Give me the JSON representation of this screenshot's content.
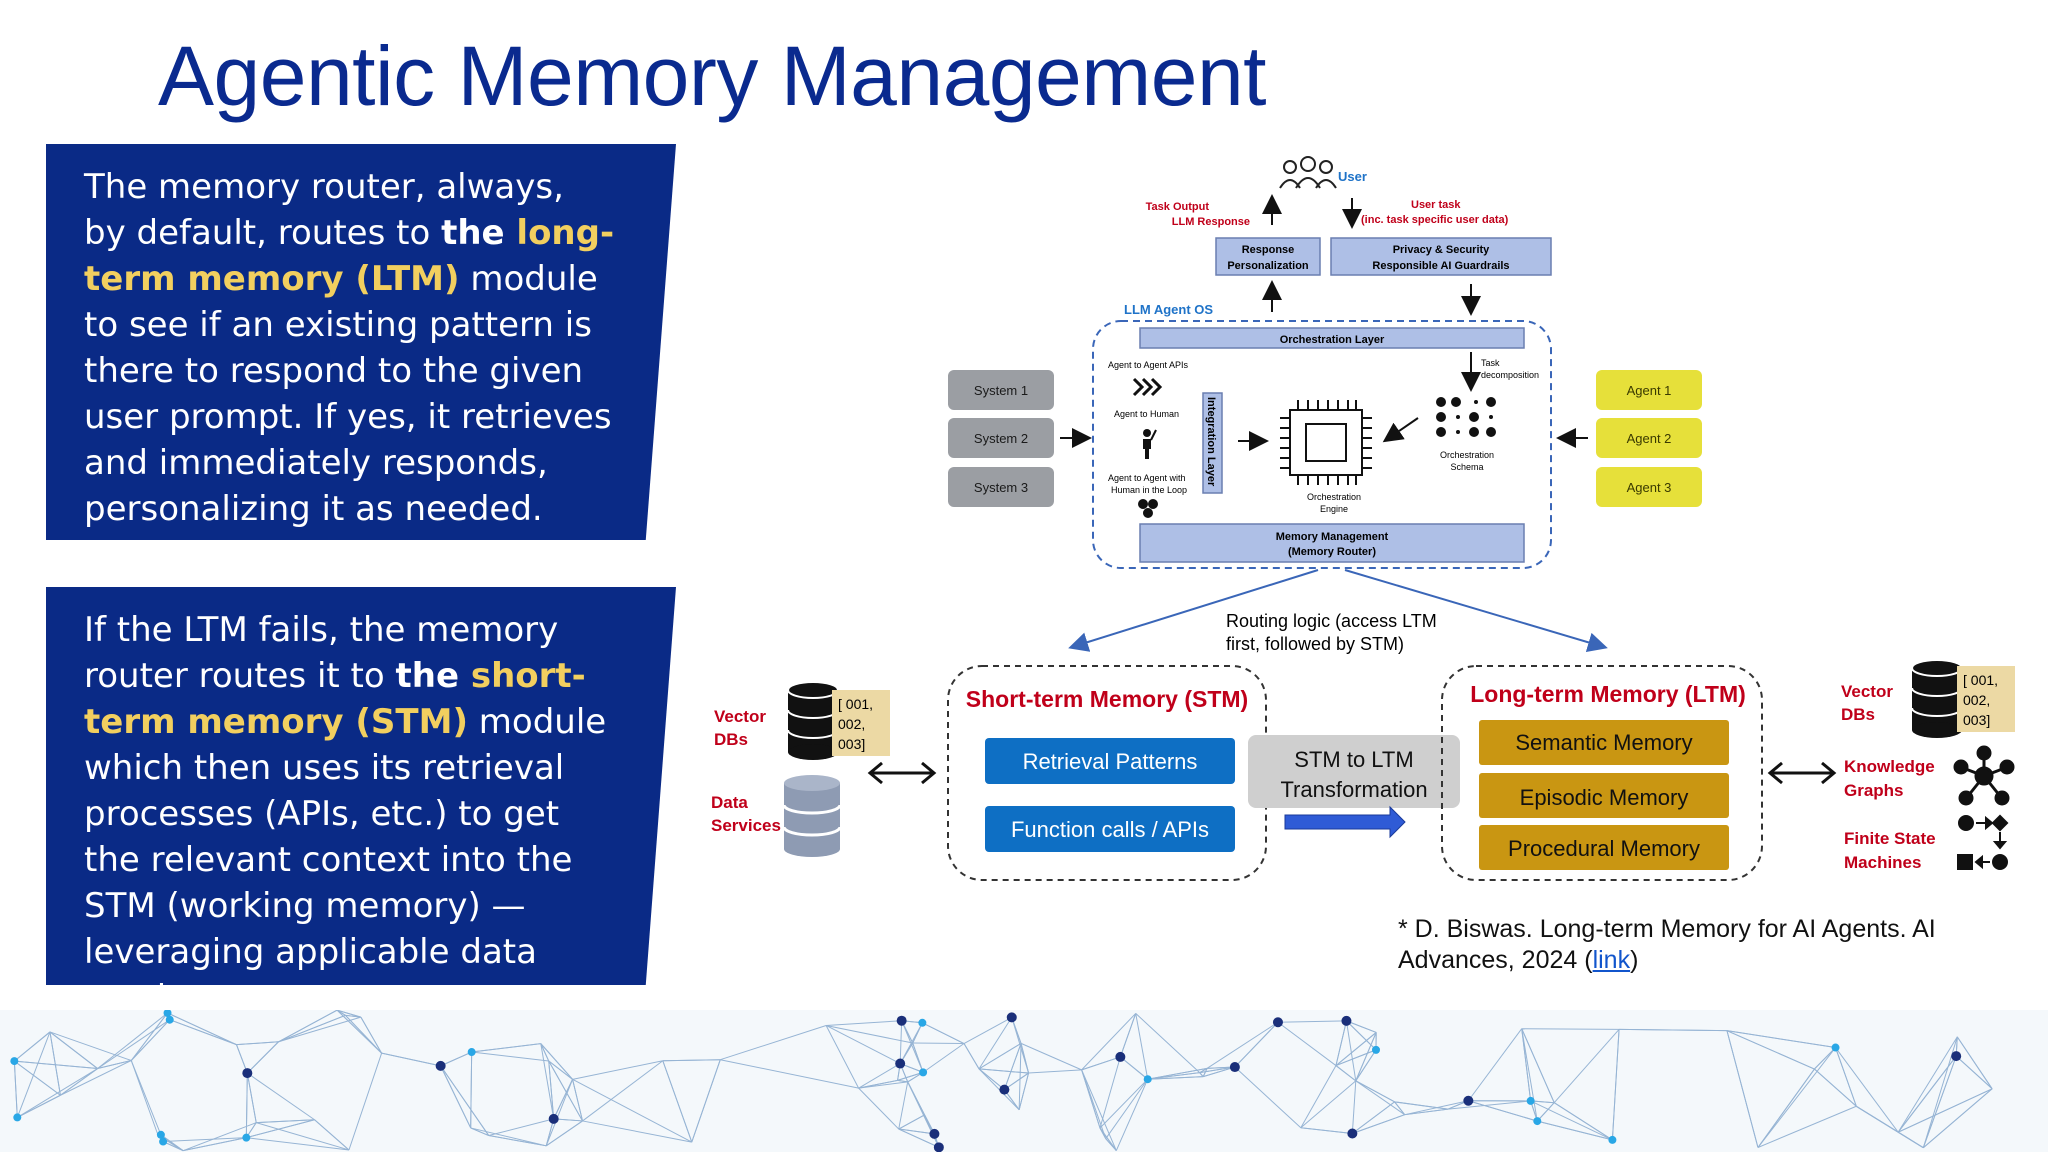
{
  "slide": {
    "title": "Agentic Memory Management",
    "panel1": {
      "t1": "The memory router, always, by default, routes to ",
      "t2": "the ",
      "t3": "long-term memory (LTM)",
      "t4": " module to see if an existing pattern is there to respond to the given user prompt. If yes, it retrieves and immediately responds, personalizing it as needed."
    },
    "panel2": {
      "t1": "If the LTM fails, the memory router routes it to ",
      "t2": "the ",
      "t3": "short-term memory (STM)",
      "t4": " module which then uses its retrieval processes (APIs, etc.) to get the relevant context into the STM (working memory) —leveraging applicable data services."
    },
    "citation": {
      "text": "* D. Biswas. Long-term Memory for AI Agents. AI Advances, 2024 (",
      "link": "link",
      "end": ")"
    }
  },
  "diagram": {
    "user": "User",
    "task_output": "Task Output",
    "llm_response": "LLM Response",
    "user_task": "User task",
    "user_task_sub": "(inc. task specific user data)",
    "response_personalization_1": "Response",
    "response_personalization_2": "Personalization",
    "privacy_1": "Privacy & Security",
    "privacy_2": "Responsible AI Guardrails",
    "llm_agent_os": "LLM Agent OS",
    "orchestration_layer": "Orchestration Layer",
    "agent_to_agent_apis": "Agent to Agent APIs",
    "agent_to_human": "Agent to Human",
    "agent_hitl_1": "Agent to Agent with",
    "agent_hitl_2": "Human in the Loop",
    "integration_layer": "Integration Layer",
    "orchestration_engine_1": "Orchestration",
    "orchestration_engine_2": "Engine",
    "task_decomp_1": "Task",
    "task_decomp_2": "decomposition",
    "orchestration_schema_1": "Orchestration",
    "orchestration_schema_2": "Schema",
    "memory_mgmt_1": "Memory Management",
    "memory_mgmt_2": "(Memory Router)",
    "systems": [
      "System 1",
      "System 2",
      "System 3"
    ],
    "agents": [
      "Agent 1",
      "Agent 2",
      "Agent 3"
    ],
    "routing_1": "Routing logic (access LTM",
    "routing_2": "first, followed by STM)",
    "stm_title": "Short-term Memory (STM)",
    "stm_items": [
      "Retrieval Patterns",
      "Function calls / APIs"
    ],
    "transform_1": "STM to LTM",
    "transform_2": "Transformation",
    "ltm_title": "Long-term Memory (LTM)",
    "ltm_items": [
      "Semantic Memory",
      "Episodic Memory",
      "Procedural Memory"
    ],
    "left_vector_1": "Vector",
    "left_vector_2": "DBs",
    "left_data_1": "Data",
    "left_data_2": "Services",
    "ids_left": [
      "[ 001,",
      "002,",
      "003]"
    ],
    "right_vector_1": "Vector",
    "right_vector_2": "DBs",
    "ids_right": [
      "[ 001,",
      "002,",
      "003]"
    ],
    "knowledge_1": "Knowledge",
    "knowledge_2": "Graphs",
    "fsm_1": "Finite State",
    "fsm_2": "Machines"
  },
  "colors": {
    "title": "#0a2a8f",
    "panel": "#0a2a86",
    "highlight": "#f2cf5f",
    "stm_button": "#0e6fc4",
    "ltm_button": "#c99612",
    "agent_box": "#e6e03a",
    "system_box": "#9b9ea3",
    "red_label": "#c0001a",
    "light_blue_box": "#aebfe6"
  }
}
